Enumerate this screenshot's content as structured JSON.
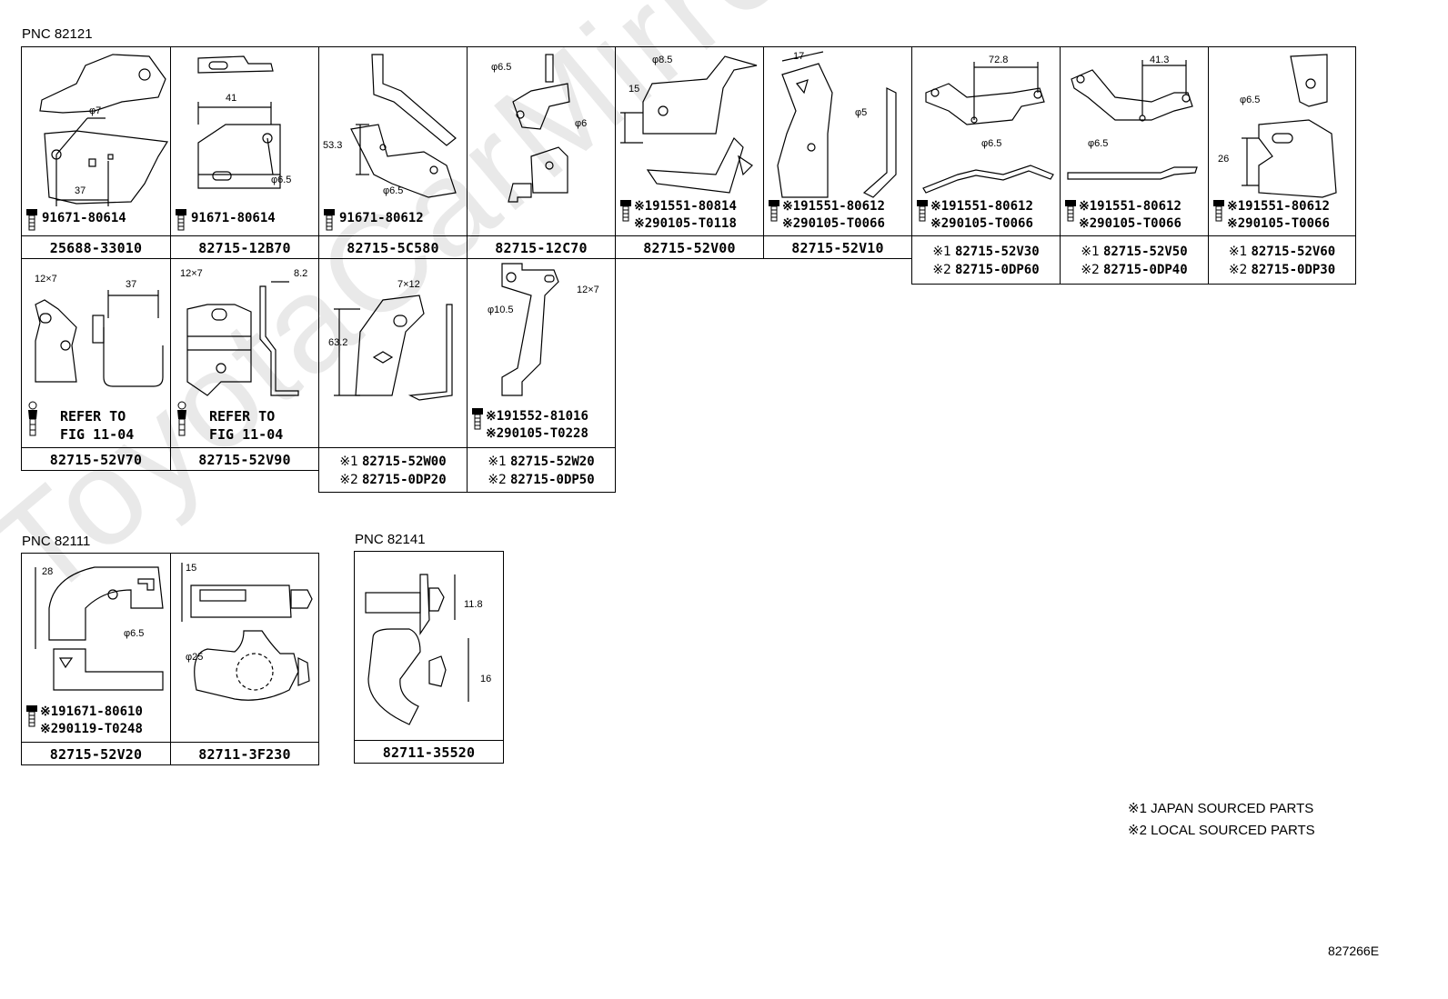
{
  "watermark": "ToyotaCarMirror.ru",
  "sections": {
    "pnc_82121": "PNC 82121",
    "pnc_82111": "PNC 82111",
    "pnc_82141": "PNC 82141"
  },
  "cells": {
    "c1": {
      "bolt": "91671-80614",
      "dims": [
        "φ7",
        "37"
      ],
      "part": "25688-33010"
    },
    "c2": {
      "bolt": "91671-80614",
      "dims": [
        "41",
        "φ6.5"
      ],
      "part": "82715-12B70"
    },
    "c3": {
      "bolt": "91671-80612",
      "dims": [
        "53.3",
        "φ6.5"
      ],
      "part": "82715-5C580"
    },
    "c4": {
      "dims": [
        "φ6.5",
        "φ6"
      ],
      "part": "82715-12C70"
    },
    "c5": {
      "bolt1": "※191551-80814",
      "bolt2": "※290105-T0118",
      "dims": [
        "φ8.5",
        "15"
      ],
      "part": "82715-52V00"
    },
    "c6": {
      "bolt1": "※191551-80612",
      "bolt2": "※290105-T0066",
      "dims": [
        "17",
        "φ5"
      ],
      "part": "82715-52V10"
    },
    "c7": {
      "bolt1": "※191551-80612",
      "bolt2": "※290105-T0066",
      "dims": [
        "72.8",
        "φ6.5"
      ],
      "mark1": "※1",
      "part1": "82715-52V30",
      "mark2": "※2",
      "part2": "82715-0DP60"
    },
    "c8": {
      "bolt1": "※191551-80612",
      "bolt2": "※290105-T0066",
      "dims": [
        "41.3",
        "φ6.5"
      ],
      "mark1": "※1",
      "part1": "82715-52V50",
      "mark2": "※2",
      "part2": "82715-0DP40"
    },
    "c9": {
      "bolt1": "※191551-80612",
      "bolt2": "※290105-T0066",
      "dims": [
        "φ6.5",
        "26"
      ],
      "mark1": "※1",
      "part1": "82715-52V60",
      "mark2": "※2",
      "part2": "82715-0DP30"
    },
    "c10": {
      "refer1": "REFER TO",
      "refer2": "FIG 11-04",
      "dims": [
        "12×7",
        "37"
      ],
      "part": "82715-52V70"
    },
    "c11": {
      "refer1": "REFER TO",
      "refer2": "FIG 11-04",
      "dims": [
        "12×7",
        "8.2"
      ],
      "part": "82715-52V90"
    },
    "c12": {
      "dims": [
        "7×12",
        "63.2"
      ],
      "mark1": "※1",
      "part1": "82715-52W00",
      "mark2": "※2",
      "part2": "82715-0DP20"
    },
    "c13": {
      "bolt1": "※191552-81016",
      "bolt2": "※290105-T0228",
      "dims": [
        "φ10.5",
        "12×7"
      ],
      "mark1": "※1",
      "part1": "82715-52W20",
      "mark2": "※2",
      "part2": "82715-0DP50"
    },
    "c14": {
      "bolt1": "※191671-80610",
      "bolt2": "※290119-T0248",
      "dims": [
        "28",
        "φ6.5"
      ],
      "part": "82715-52V20"
    },
    "c15": {
      "dims": [
        "15",
        "φ25"
      ],
      "part": "82711-3F230"
    },
    "c16": {
      "dims": [
        "11.8",
        "16"
      ],
      "part": "82711-35520"
    }
  },
  "legend": {
    "line1": "※1 JAPAN SOURCED PARTS",
    "line2": "※2 LOCAL SOURCED PARTS"
  },
  "figure_code": "827266E"
}
